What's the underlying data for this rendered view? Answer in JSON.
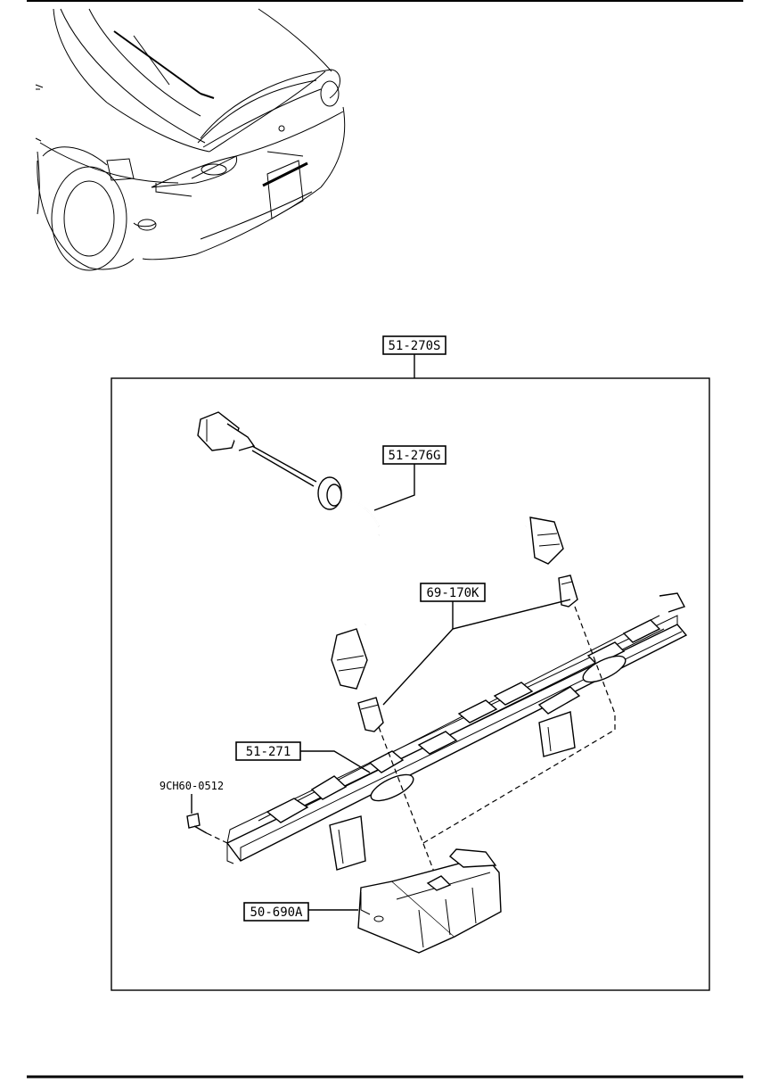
{
  "parts": {
    "assembly": "51-270S",
    "harness": "51-276G",
    "bulb": "69-170K",
    "lamp_body": "51-271",
    "screw": "9CH60-0512",
    "lens_cover": "50-690A"
  },
  "colors": {
    "line": "#000000",
    "background": "#ffffff"
  }
}
